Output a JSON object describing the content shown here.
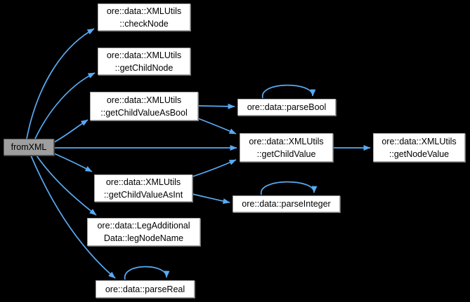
{
  "graph": {
    "type": "doxygen-call-graph",
    "background_color": "#000000",
    "edge_color": "#58abf4",
    "node_fill_color": "#ffffff",
    "node_border_color": "#a9a9a9",
    "current_node_fill_color": "#9e9e9e",
    "nodes": [
      {
        "id": "from-xml",
        "label": "fromXML",
        "current": true
      },
      {
        "id": "check-node",
        "line1": "ore::data::XMLUtils",
        "line2": "::checkNode"
      },
      {
        "id": "get-child-node",
        "line1": "ore::data::XMLUtils",
        "line2": "::getChildNode"
      },
      {
        "id": "get-child-value-as-bool",
        "line1": "ore::data::XMLUtils",
        "line2": "::getChildValueAsBool"
      },
      {
        "id": "parse-bool",
        "label": "ore::data::parseBool"
      },
      {
        "id": "get-child-value",
        "line1": "ore::data::XMLUtils",
        "line2": "::getChildValue"
      },
      {
        "id": "get-node-value",
        "line1": "ore::data::XMLUtils",
        "line2": "::getNodeValue"
      },
      {
        "id": "get-child-value-as-int",
        "line1": "ore::data::XMLUtils",
        "line2": "::getChildValueAsInt"
      },
      {
        "id": "parse-integer",
        "label": "ore::data::parseInteger"
      },
      {
        "id": "leg-node-name",
        "line1": "ore::data::LegAdditional",
        "line2": "Data::legNodeName"
      },
      {
        "id": "parse-real",
        "label": "ore::data::parseReal"
      }
    ],
    "edges": [
      {
        "from": "fromXML",
        "to": "ore::data::XMLUtils::checkNode"
      },
      {
        "from": "fromXML",
        "to": "ore::data::XMLUtils::getChildNode"
      },
      {
        "from": "fromXML",
        "to": "ore::data::XMLUtils::getChildValueAsBool"
      },
      {
        "from": "fromXML",
        "to": "ore::data::XMLUtils::getChildValue"
      },
      {
        "from": "fromXML",
        "to": "ore::data::XMLUtils::getChildValueAsInt"
      },
      {
        "from": "fromXML",
        "to": "ore::data::LegAdditionalData::legNodeName"
      },
      {
        "from": "fromXML",
        "to": "ore::data::parseReal"
      },
      {
        "from": "ore::data::XMLUtils::getChildValueAsBool",
        "to": "ore::data::parseBool"
      },
      {
        "from": "ore::data::XMLUtils::getChildValueAsBool",
        "to": "ore::data::XMLUtils::getChildValue"
      },
      {
        "from": "ore::data::XMLUtils::getChildValue",
        "to": "ore::data::XMLUtils::getNodeValue"
      },
      {
        "from": "ore::data::XMLUtils::getChildValueAsInt",
        "to": "ore::data::XMLUtils::getChildValue"
      },
      {
        "from": "ore::data::XMLUtils::getChildValueAsInt",
        "to": "ore::data::parseInteger"
      },
      {
        "from": "ore::data::parseBool",
        "to": "ore::data::parseBool"
      },
      {
        "from": "ore::data::parseInteger",
        "to": "ore::data::parseInteger"
      },
      {
        "from": "ore::data::parseReal",
        "to": "ore::data::parseReal"
      }
    ]
  }
}
